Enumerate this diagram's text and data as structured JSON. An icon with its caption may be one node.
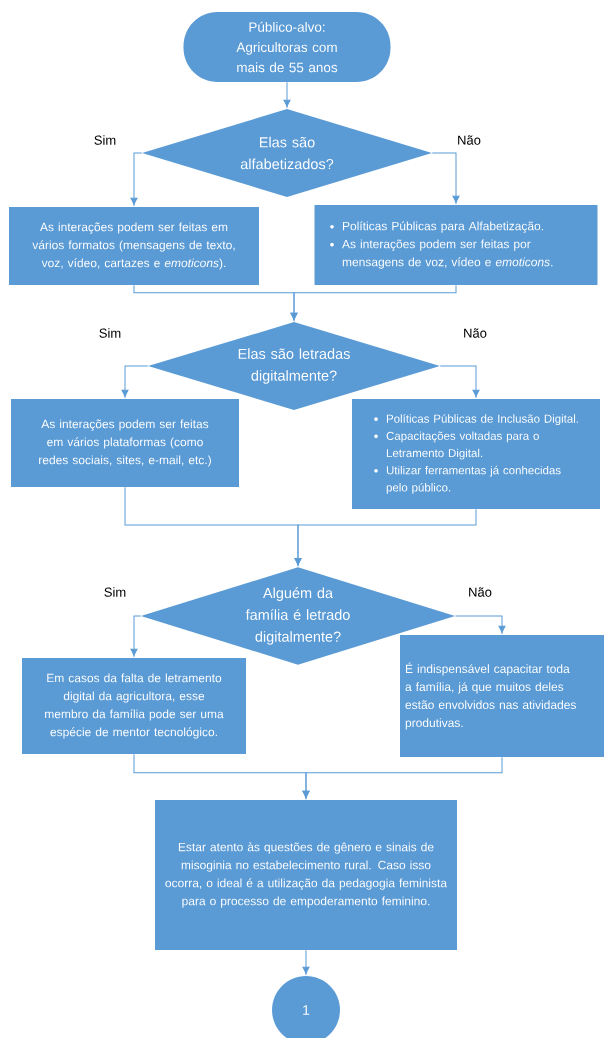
{
  "diagram": {
    "nodes": [
      {
        "text": [
          "Público-alvo: Agricultoras com mais de 55 anos"
        ]
      },
      {
        "text": [
          "Elas são alfabetizados?"
        ]
      },
      {
        "text": [
          "As interações podem ser feitas em vários formatos (mensagens de texto, voz, vídeo, cartazes e *emoticons*)."
        ]
      },
      {
        "text": [
          "Políticas Públicas para Alfabetização.",
          "As interações podem ser feitas por mensagens de voz, vídeo e *emoticons*."
        ]
      },
      {
        "text": [
          "Elas são letradas digitalmente?"
        ]
      },
      {
        "text": [
          "As interações podem ser feitas em vários plataformas (como redes sociais, sites, e-mail, etc.)"
        ]
      },
      {
        "text": [
          "Políticas Públicas de Inclusão Digital.",
          "Capacitações voltadas para o Letramento Digital.",
          "Utilizar ferramentas já conhecidas pelo público."
        ]
      },
      {
        "text": [
          "Alguém da família é letrado digitalmente?"
        ]
      },
      {
        "text": [
          "Em casos da falta de letramento digital da agricultora, esse membro da família pode ser uma espécie de mentor tecnológico."
        ]
      },
      {
        "text": [
          "É indispensável capacitar toda a família, já que muitos deles estão envolvidos nas atividades produtivas."
        ]
      },
      {
        "text": [
          "Estar atento às questões de gênero e sinais de misoginia no estabelecimento rural. Caso isso ocorra, o ideal é a utilização da pedagogia feminista para o processo de empoderamento feminino."
        ]
      },
      {
        "text": [
          "1"
        ]
      }
    ],
    "edges": [
      {
        "from": 0,
        "to": 1,
        "arrow": "to"
      },
      {
        "from": 1,
        "to": 2,
        "arrow": "to",
        "label": "Sim"
      },
      {
        "from": 1,
        "to": 3,
        "arrow": "to",
        "label": "Não"
      },
      {
        "from": 2,
        "to": 4,
        "arrow": "to"
      },
      {
        "from": 3,
        "to": 4,
        "arrow": "to"
      },
      {
        "from": 4,
        "to": 5,
        "arrow": "to",
        "label": "Sim"
      },
      {
        "from": 4,
        "to": 6,
        "arrow": "to",
        "label": "Não"
      },
      {
        "from": 5,
        "to": 7,
        "arrow": "to"
      },
      {
        "from": 6,
        "to": 7,
        "arrow": "to"
      },
      {
        "from": 7,
        "to": 8,
        "arrow": "to",
        "label": "Sim"
      },
      {
        "from": 7,
        "to": 9,
        "arrow": "to",
        "label": "Não"
      },
      {
        "from": 8,
        "to": 10,
        "arrow": "to"
      },
      {
        "from": 9,
        "to": 10,
        "arrow": "to"
      },
      {
        "from": 10,
        "to": 11,
        "arrow": "to"
      }
    ]
  }
}
